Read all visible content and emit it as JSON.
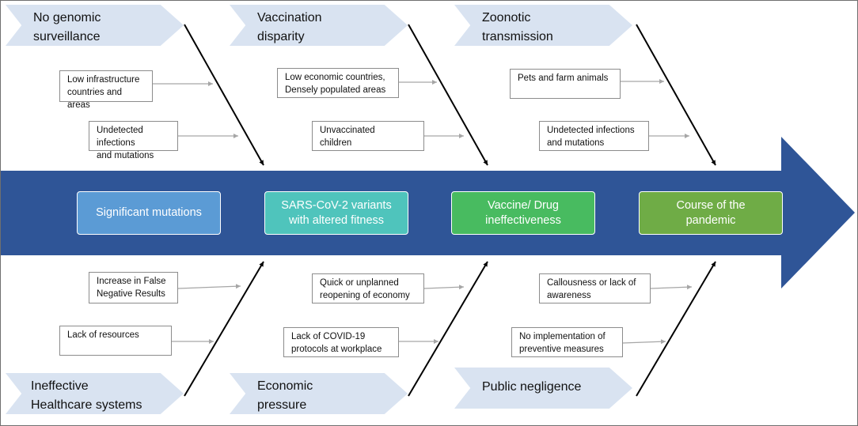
{
  "causes_top": [
    {
      "title": "No genomic\nsurveillance",
      "factors": [
        "Low infrastructure\ncountries and areas",
        "Undetected infections\nand mutations"
      ]
    },
    {
      "title": "Vaccination\ndisparity",
      "factors": [
        "Low economic countries,\nDensely populated areas",
        "Unvaccinated\nchildren"
      ]
    },
    {
      "title": "Zoonotic\ntransmission",
      "factors": [
        "Pets and farm animals",
        "Undetected infections\nand mutations"
      ]
    }
  ],
  "causes_bottom": [
    {
      "title": "Ineffective\nHealthcare systems",
      "factors": [
        "Increase in False\nNegative Results",
        "Lack of resources"
      ]
    },
    {
      "title": "Economic\npressure",
      "factors": [
        "Quick or unplanned\nreopening of economy",
        "Lack of COVID-19\nprotocols at workplace"
      ]
    },
    {
      "title": "Public negligence",
      "factors": [
        "Callousness or lack of\nawareness",
        "No implementation of\npreventive measures"
      ]
    }
  ],
  "spine": [
    {
      "label": "Significant mutations",
      "color": "#5b9bd5"
    },
    {
      "label": "SARS-CoV-2 variants\nwith altered fitness",
      "color": "#4fc4bc"
    },
    {
      "label": "Vaccine/ Drug\nineffectiveness",
      "color": "#48bb60"
    },
    {
      "label": "Course of the\npandemic",
      "color": "#6fac46"
    }
  ],
  "colors": {
    "arrow": "#2f5597",
    "chevron": "#d9e3f1",
    "connector": "#a6a6a6",
    "branch": "#000000"
  }
}
